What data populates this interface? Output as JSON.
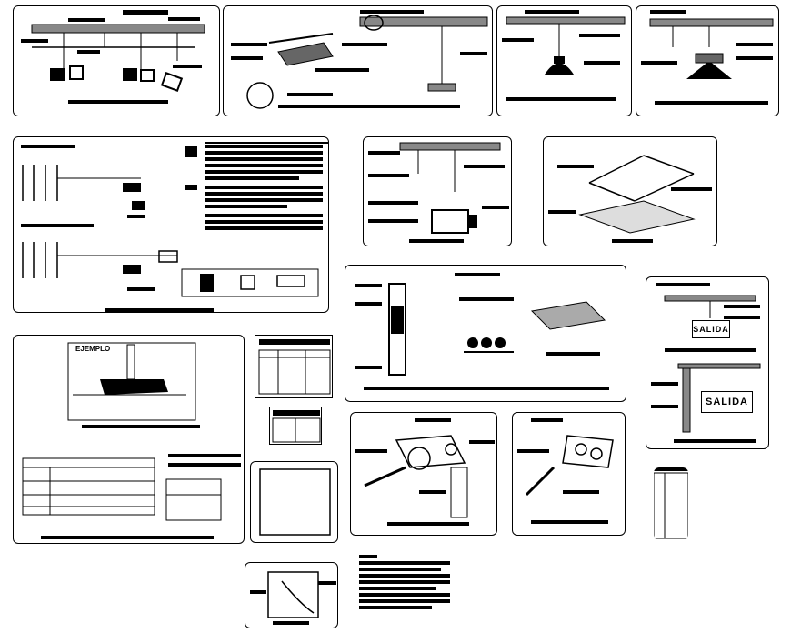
{
  "sheet": {
    "title": "Electrical installation details sheet",
    "example_label": "EJEMPLO",
    "exit_sign_label_1": "SALIDA",
    "exit_sign_label_2": "SALIDA"
  },
  "colors": {
    "ink": "#000000",
    "paper": "#ffffff"
  },
  "panels": [
    {
      "id": "p1",
      "subject": "ceiling-luminaires-suspension-detail"
    },
    {
      "id": "p2",
      "subject": "fluorescent-fixture-support-detail"
    },
    {
      "id": "p3",
      "subject": "pendant-lamp-detail"
    },
    {
      "id": "p4",
      "subject": "downlight-detail"
    },
    {
      "id": "p5",
      "subject": "wiring-schematics-and-notes"
    },
    {
      "id": "p6",
      "subject": "motor-connection-detail"
    },
    {
      "id": "p7",
      "subject": "ceiling-tray-isometric"
    },
    {
      "id": "p8",
      "subject": "conduit-and-lamp-assembly"
    },
    {
      "id": "p9",
      "subject": "exit-sign-mounting"
    },
    {
      "id": "p10",
      "subject": "example-and-tables"
    },
    {
      "id": "p11",
      "subject": "schedule-table"
    },
    {
      "id": "p12",
      "subject": "small-table"
    },
    {
      "id": "p13",
      "subject": "blank-frame"
    },
    {
      "id": "p14",
      "subject": "junction-box-detail-1"
    },
    {
      "id": "p15",
      "subject": "junction-box-detail-2"
    },
    {
      "id": "p16",
      "subject": "legend-table"
    },
    {
      "id": "p17",
      "subject": "small-box-detail"
    },
    {
      "id": "p18",
      "subject": "general-notes"
    }
  ]
}
